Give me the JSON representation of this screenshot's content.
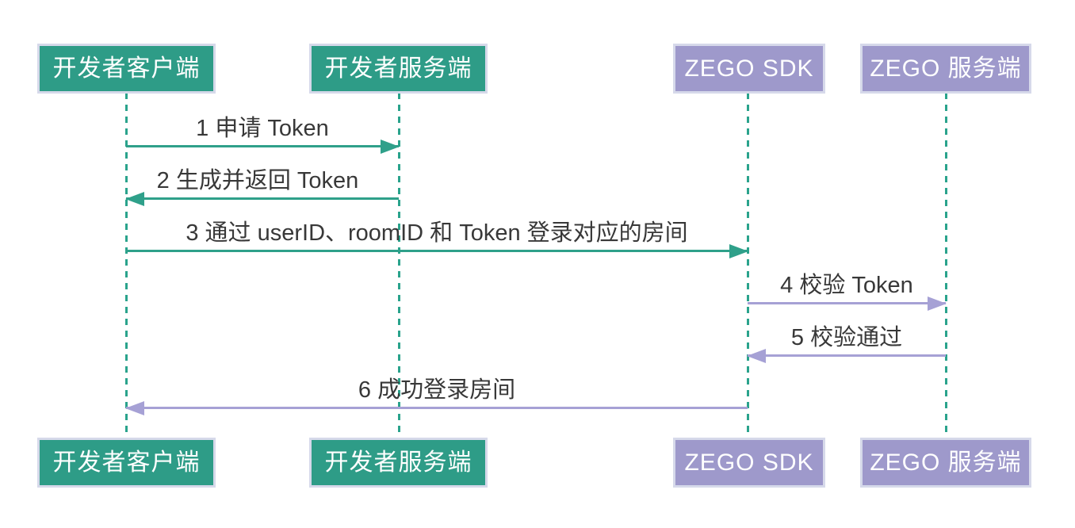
{
  "diagram": {
    "type": "sequence",
    "actors": [
      {
        "id": "developer-client",
        "label": "开发者客户端",
        "fill": "#2e9c87",
        "border": "#d6d9ea",
        "text_color": "#ffffff"
      },
      {
        "id": "developer-server",
        "label": "开发者服务端",
        "fill": "#2e9c87",
        "border": "#d6d9ea",
        "text_color": "#ffffff"
      },
      {
        "id": "zego-sdk",
        "label": "ZEGO SDK",
        "fill": "#9e99cb",
        "border": "#d6d9ea",
        "text_color": "#ffffff"
      },
      {
        "id": "zego-server",
        "label": "ZEGO 服务端",
        "fill": "#9e99cb",
        "border": "#d6d9ea",
        "text_color": "#ffffff"
      }
    ],
    "messages": [
      {
        "seq": 1,
        "text": "1 申请 Token",
        "from": "developer-client",
        "to": "developer-server",
        "direction": "right",
        "arrow_color": "#2fa08a"
      },
      {
        "seq": 2,
        "text": "2 生成并返回 Token",
        "from": "developer-server",
        "to": "developer-client",
        "direction": "left",
        "arrow_color": "#2fa08a"
      },
      {
        "seq": 3,
        "text": "3 通过 userID、roomID 和 Token 登录对应的房间",
        "from": "developer-client",
        "to": "zego-sdk",
        "direction": "right",
        "arrow_color": "#2fa08a"
      },
      {
        "seq": 4,
        "text": "4 校验 Token",
        "from": "zego-sdk",
        "to": "zego-server",
        "direction": "right",
        "arrow_color": "#a6a1d5"
      },
      {
        "seq": 5,
        "text": "5 校验通过",
        "from": "zego-server",
        "to": "zego-sdk",
        "direction": "left",
        "arrow_color": "#a6a1d5"
      },
      {
        "seq": 6,
        "text": "6 成功登录房间",
        "from": "zego-sdk",
        "to": "developer-client",
        "direction": "left",
        "arrow_color": "#a6a1d5"
      }
    ],
    "colors": {
      "lifeline": "#2aa38c",
      "message_text": "#383838",
      "background": "#ffffff"
    }
  }
}
